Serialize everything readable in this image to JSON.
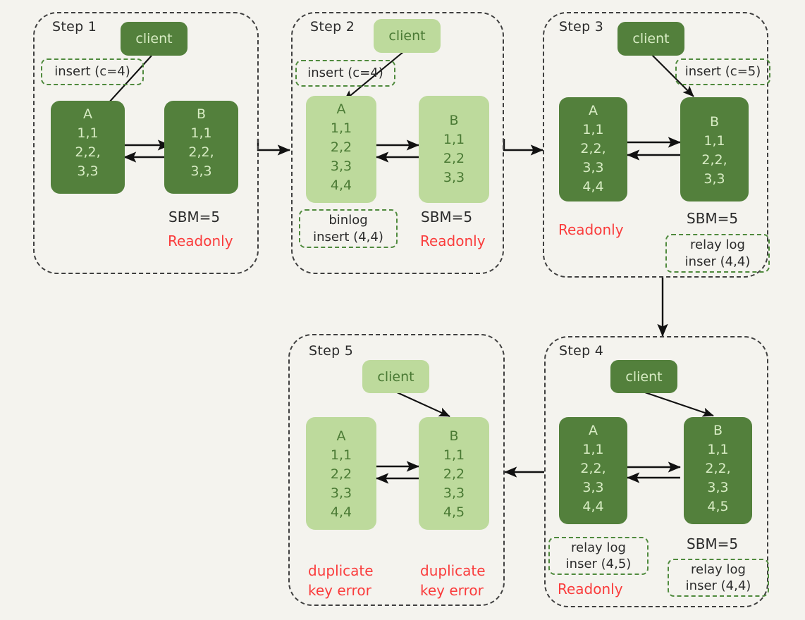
{
  "diagram": {
    "title": "MySQL statement-based replication duplicate key error walkthrough",
    "background_color": "#f4f3ee",
    "colors": {
      "dark_green": "#53803c",
      "light_green": "#bdda9c",
      "note_border": "#4f8a3d",
      "panel_border": "#3f3f3f",
      "error_red": "#fa3c3c",
      "dark_text_on_green": "#d8ecc4",
      "light_text_on_green": "#4a7a34"
    }
  },
  "steps": [
    {
      "id": "step1",
      "title": "Step 1",
      "client": {
        "label": "client",
        "shade": "dark"
      },
      "note_top": {
        "lines": [
          "insert (c=4)"
        ]
      },
      "node_a": {
        "title": "A",
        "shade": "dark",
        "rows": [
          "1,1",
          "2,2,",
          "3,3"
        ]
      },
      "node_b": {
        "title": "B",
        "shade": "dark",
        "rows": [
          "1,1",
          "2,2,",
          "3,3"
        ]
      },
      "labels": {
        "sbm": "SBM=5",
        "readonly": "Readonly"
      }
    },
    {
      "id": "step2",
      "title": "Step 2",
      "client": {
        "label": "client",
        "shade": "light"
      },
      "note_top": {
        "lines": [
          "insert (c=4)"
        ]
      },
      "node_a": {
        "title": "A",
        "shade": "light",
        "rows": [
          "1,1",
          "2,2",
          "3,3",
          "4,4"
        ]
      },
      "node_b": {
        "title": "B",
        "shade": "light",
        "rows": [
          "1,1",
          "2,2",
          "3,3"
        ]
      },
      "note_binlog": {
        "lines": [
          "binlog",
          "insert (4,4)"
        ]
      },
      "labels": {
        "sbm": "SBM=5",
        "readonly": "Readonly"
      }
    },
    {
      "id": "step3",
      "title": "Step 3",
      "client": {
        "label": "client",
        "shade": "dark"
      },
      "note_top": {
        "lines": [
          "insert (c=5)"
        ]
      },
      "node_a": {
        "title": "A",
        "shade": "dark",
        "rows": [
          "1,1",
          "2,2,",
          "3,3",
          "4,4"
        ]
      },
      "node_b": {
        "title": "B",
        "shade": "dark",
        "rows": [
          "1,1",
          "2,2,",
          "3,3"
        ]
      },
      "note_relay_b": {
        "lines": [
          "relay log",
          "inser (4,4)"
        ]
      },
      "labels": {
        "sbm": "SBM=5",
        "readonly": "Readonly"
      }
    },
    {
      "id": "step4",
      "title": "Step 4",
      "client": {
        "label": "client",
        "shade": "dark"
      },
      "node_a": {
        "title": "A",
        "shade": "dark",
        "rows": [
          "1,1",
          "2,2,",
          "3,3",
          "4,4"
        ]
      },
      "node_b": {
        "title": "B",
        "shade": "dark",
        "rows": [
          "1,1",
          "2,2,",
          "3,3",
          "4,5"
        ]
      },
      "note_relay_a": {
        "lines": [
          "relay log",
          "inser (4,5)"
        ]
      },
      "note_relay_b": {
        "lines": [
          "relay log",
          "inser (4,4)"
        ]
      },
      "labels": {
        "sbm": "SBM=5",
        "readonly": "Readonly"
      }
    },
    {
      "id": "step5",
      "title": "Step 5",
      "client": {
        "label": "client",
        "shade": "light"
      },
      "node_a": {
        "title": "A",
        "shade": "light",
        "rows": [
          "1,1",
          "2,2",
          "3,3",
          "4,4"
        ]
      },
      "node_b": {
        "title": "B",
        "shade": "light",
        "rows": [
          "1,1",
          "2,2",
          "3,3",
          "4,5"
        ]
      },
      "errors": {
        "a_line1": "duplicate",
        "a_line2": "key error",
        "b_line1": "duplicate",
        "b_line2": "key error"
      }
    }
  ],
  "flow_arrows": [
    {
      "name": "step1-to-step2",
      "direction": "right"
    },
    {
      "name": "step2-to-step3",
      "direction": "right"
    },
    {
      "name": "step3-to-step4",
      "direction": "down"
    },
    {
      "name": "step4-to-step5",
      "direction": "left"
    }
  ]
}
